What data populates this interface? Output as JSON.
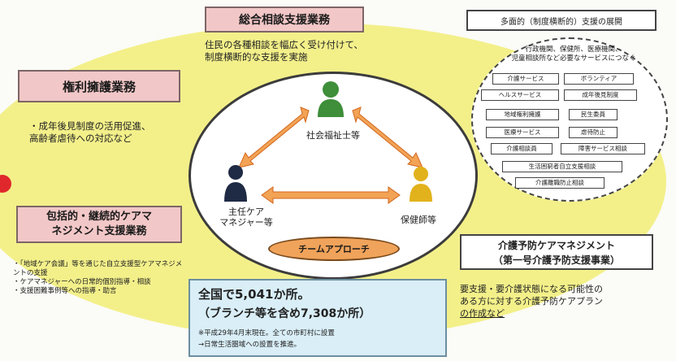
{
  "title_center": "総合相談支援業務",
  "center_desc": [
    "住民の各種相談を幅広く受け付けて、",
    "制度横断的な支援を実施"
  ],
  "rights": {
    "title": "権利擁護業務",
    "desc": [
      "・成年後見制度の活用促進、",
      "高齢者虐待への対応など"
    ]
  },
  "care_mgmt": {
    "title": [
      "包括的・継続的ケアマ",
      "ネジメント支援業務"
    ],
    "bullets": [
      "・「地域ケア会議」等を通じた自立支援型ケアマネジメントの支援",
      "・ケアマネジャーへの日常的個別指導・相談",
      "・支援困難事例等への指導・助言"
    ]
  },
  "team": {
    "social_worker": "社会福祉士等",
    "care_manager": [
      "主任ケア",
      "マネジャー等"
    ],
    "nurse": "保健師等",
    "approach": "チームアプローチ"
  },
  "services": {
    "title": "多面的（制度横断的）支援の展開",
    "desc": [
      "行政機関、保健所、医療機関、",
      "児童相談所など必要なサービスにつなぐ"
    ],
    "items": [
      "介護サービス",
      "ボランティア",
      "ヘルスサービス",
      "成年後見制度",
      "地域権利擁護",
      "民生委員",
      "医療サービス",
      "虐待防止",
      "介護相談員",
      "障害サービス相談",
      "生活困窮者自立支援相談",
      "介護離職防止相談"
    ]
  },
  "prevention": {
    "title": [
      "介護予防ケアマネジメント",
      "（第一号介護予防支援事業）"
    ],
    "desc": [
      "要支援・要介護状態になる可能性の",
      "ある方に対する介護予防ケアプラン",
      "の作成など"
    ]
  },
  "summary": {
    "line1": "全国で5,041か所。",
    "line2": "（ブランチ等を含め7,308か所）",
    "note1": "※平成29年4月末現在。全ての市町村に設置",
    "note2": "→日常生活圏域への設置を推進。"
  }
}
